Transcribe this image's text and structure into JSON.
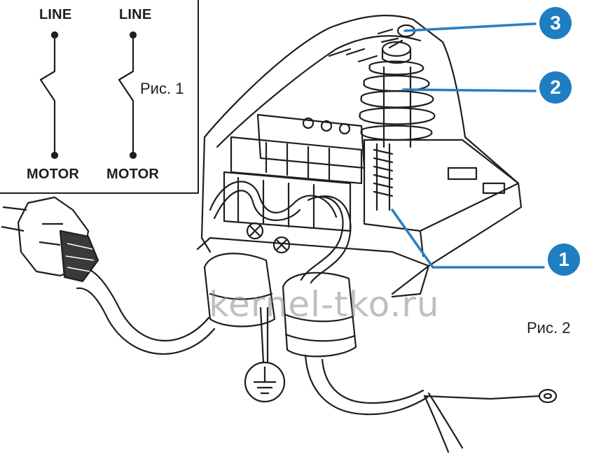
{
  "fig1": {
    "caption": "Рис. 1",
    "switches": [
      {
        "top_label": "LINE",
        "bottom_label": "MOTOR"
      },
      {
        "top_label": "LINE",
        "bottom_label": "MOTOR"
      }
    ]
  },
  "fig2": {
    "caption": "Рис. 2",
    "callouts": [
      "3",
      "2",
      "1"
    ]
  },
  "watermark": "kernel-tko.ru",
  "colors": {
    "callout_fill": "#1f7dc2",
    "callout_line": "#2a7fc0",
    "ink": "#1e1e1e"
  },
  "icons": [
    "plug-icon",
    "ground-symbol-icon",
    "pressure-switch-drawing"
  ]
}
